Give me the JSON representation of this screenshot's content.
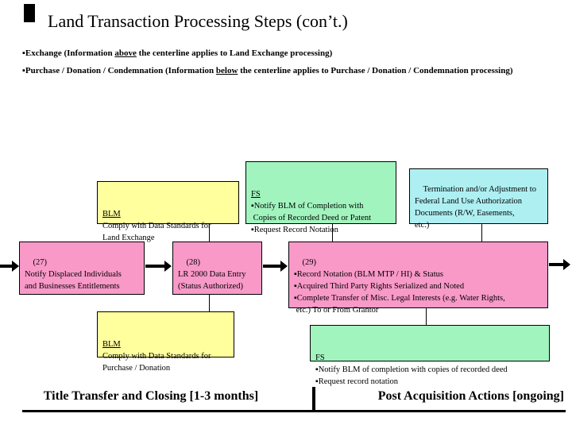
{
  "header": {
    "title": "Land Transaction Processing Steps (con’t.)"
  },
  "legend": {
    "exchange": {
      "pre": "▪Exchange (Information ",
      "underlined": "above",
      "post": " the centerline applies to Land Exchange processing)"
    },
    "purchase": {
      "pre": "▪Purchase / Donation /  Condemnation (Information ",
      "underlined": "below",
      "post": " the centerline applies to Purchase / Donation /  Condemnation processing)"
    }
  },
  "boxes": {
    "blm_exchange": {
      "header": "BLM",
      "body": "Comply with Data Standards for\nLand Exchange"
    },
    "fs_completion": {
      "header": "FS",
      "body": "▪Notify BLM of Completion with\n Copies of Recorded Deed or Patent\n▪Request Record Notation"
    },
    "termination": {
      "body": "Termination and/or Adjustment to\nFederal Land Use Authorization\nDocuments (R/W, Easements,\netc.)"
    },
    "step27": {
      "body": "(27)\nNotify Displaced Individuals\nand Businesses Entitlements"
    },
    "step28": {
      "body": "(28)\nLR 2000 Data Entry\n(Status Authorized)"
    },
    "step29": {
      "body": "(29)\n▪Record Notation (BLM MTP / HI) & Status\n▪Acquired Third Party Rights Serialized and Noted\n▪Complete Transfer of Misc. Legal Interests (e.g. Water Rights,\n etc.) To or From Grantor"
    },
    "blm_purchase": {
      "header": "BLM",
      "body": "Comply with Data Standards for\nPurchase / Donation"
    },
    "fs_completion_lower": {
      "header": "FS",
      "body": "▪Notify BLM of completion with copies of recorded deed\n▪Request record notation"
    }
  },
  "footer": {
    "left_label": "Title Transfer and Closing [1-3 months]",
    "right_label": "Post Acquisition Actions [ongoing]"
  },
  "colors": {
    "box_yellow": "#FFFF9E",
    "box_green": "#A1F4BE",
    "box_cyan": "#AEEFF2",
    "box_pink": "#F899C8",
    "line_black": "#000000"
  }
}
